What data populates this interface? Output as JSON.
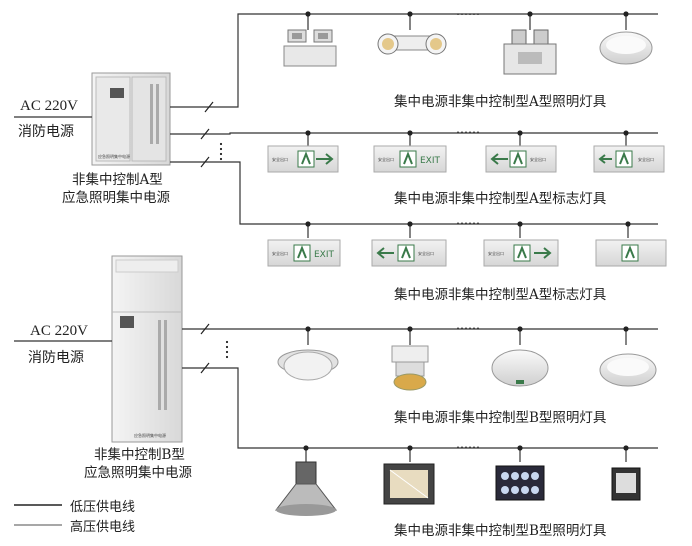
{
  "power_label_a": "AC 220V",
  "power_label_a_sub": "消防电源",
  "cabinet_a_caption_1": "非集中控制A型",
  "cabinet_a_caption_2": "应急照明集中电源",
  "power_label_b": "AC 220V",
  "power_label_b_sub": "消防电源",
  "cabinet_b_caption_1": "非集中控制B型",
  "cabinet_b_caption_2": "应急照明集中电源",
  "ellipsis": "……",
  "rows": [
    {
      "caption": "集中电源非集中控制型A型照明灯具"
    },
    {
      "caption": "集中电源非集中控制型A型标志灯具"
    },
    {
      "caption": "集中电源非集中控制型A型标志灯具"
    },
    {
      "caption": "集中电源非集中控制型B型照明灯具"
    },
    {
      "caption": "集中电源非集中控制型B型照明灯具"
    }
  ],
  "exit_text": "EXIT",
  "legend": [
    {
      "label": "低压供电线",
      "color": "#222222"
    },
    {
      "label": "高压供电线",
      "color": "#8a8a8a"
    }
  ],
  "colors": {
    "line": "#333333",
    "fixture_body": "#ececec",
    "sign_green": "#3a7a4a"
  }
}
